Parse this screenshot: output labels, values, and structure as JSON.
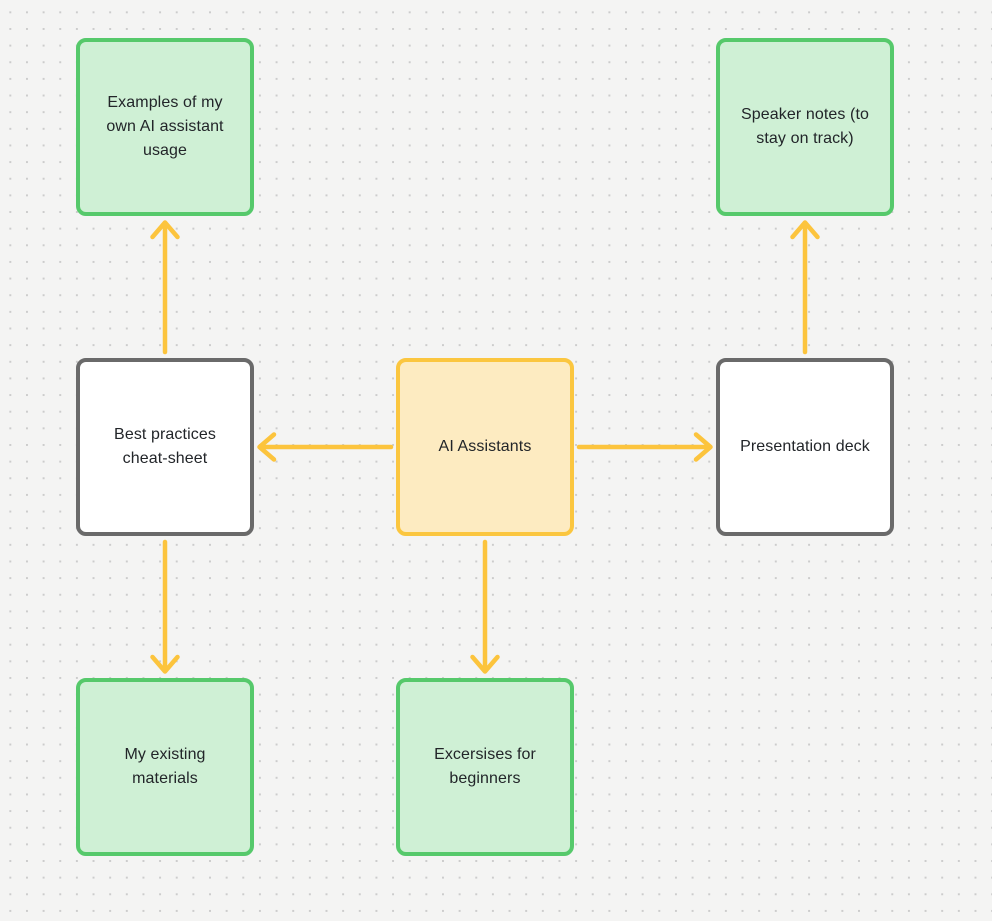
{
  "colors": {
    "background": "#f4f4f3",
    "grid_dot": "#cccccc",
    "arrow": "#fcc43d",
    "node_text": "#222529",
    "green_border": "#56c96b",
    "green_fill": "#cff0d5",
    "yellow_border": "#fbc63f",
    "yellow_fill": "#fdebc1",
    "gray_border": "#6a6a6a",
    "white_fill": "#ffffff"
  },
  "nodes": {
    "examples": {
      "label": "Examples of my own AI assistant usage",
      "style": "green"
    },
    "speaker_notes": {
      "label": "Speaker notes (to stay on track)",
      "style": "green"
    },
    "best_practices": {
      "label": "Best practices cheat-sheet",
      "style": "white"
    },
    "ai_assistants": {
      "label": "AI Assistants",
      "style": "yellow"
    },
    "presentation_deck": {
      "label": "Presentation deck",
      "style": "white"
    },
    "existing_materials": {
      "label": "My existing materials",
      "style": "green"
    },
    "exercises": {
      "label": "Excersises for beginners",
      "style": "green"
    }
  },
  "connectors": [
    {
      "from": "ai_assistants",
      "to": "best_practices",
      "direction": "left"
    },
    {
      "from": "ai_assistants",
      "to": "presentation_deck",
      "direction": "right"
    },
    {
      "from": "ai_assistants",
      "to": "exercises",
      "direction": "down"
    },
    {
      "from": "best_practices",
      "to": "examples",
      "direction": "up"
    },
    {
      "from": "best_practices",
      "to": "existing_materials",
      "direction": "down"
    },
    {
      "from": "presentation_deck",
      "to": "speaker_notes",
      "direction": "up"
    }
  ]
}
